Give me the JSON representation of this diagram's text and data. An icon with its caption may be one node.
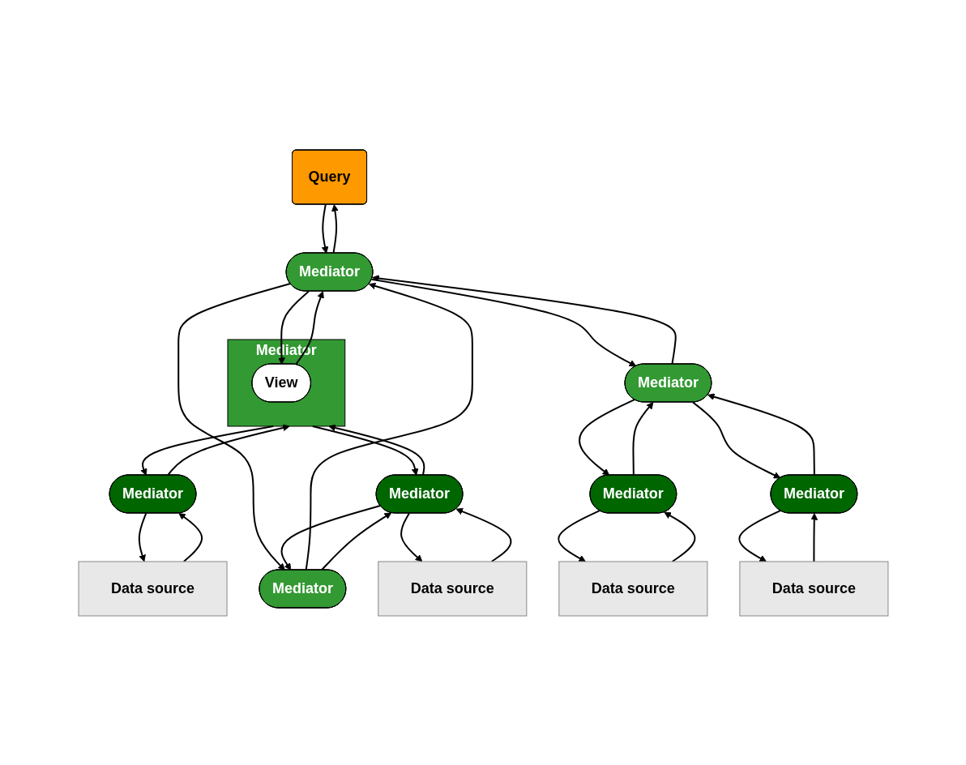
{
  "diagram": {
    "nodes": [
      {
        "text": [
          "Query"
        ]
      },
      {
        "text": [
          "Mediator"
        ]
      },
      {
        "text": [
          "Mediator"
        ]
      },
      {
        "text": [
          "View"
        ],
        "in": 2
      },
      {
        "text": [
          "Mediator"
        ]
      },
      {
        "text": [
          "Mediator"
        ]
      },
      {
        "text": [
          "Mediator"
        ]
      },
      {
        "text": [
          "Mediator"
        ]
      },
      {
        "text": [
          "Mediator"
        ]
      },
      {
        "text": [
          "Mediator"
        ]
      },
      {
        "text": [
          "Data source"
        ]
      },
      {
        "text": [
          "Data source"
        ]
      },
      {
        "text": [
          "Data source"
        ]
      },
      {
        "text": [
          "Data source"
        ]
      }
    ],
    "edges": [
      {
        "from": 1,
        "to": 0,
        "arrow": "to"
      },
      {
        "from": 0,
        "to": 1,
        "arrow": "to"
      },
      {
        "from": 1,
        "to": 3,
        "arrow": "to"
      },
      {
        "from": 3,
        "to": 1,
        "arrow": "to"
      },
      {
        "from": 1,
        "to": 4,
        "arrow": "to"
      },
      {
        "from": 4,
        "to": 1,
        "arrow": "to"
      },
      {
        "from": 1,
        "to": 5,
        "arrow": "to"
      },
      {
        "from": 5,
        "to": 1,
        "arrow": "to"
      },
      {
        "from": 2,
        "to": 6,
        "arrow": "to"
      },
      {
        "from": 6,
        "to": 2,
        "arrow": "to"
      },
      {
        "from": 2,
        "to": 7,
        "arrow": "to"
      },
      {
        "from": 7,
        "to": 2,
        "arrow": "to"
      },
      {
        "from": 4,
        "to": 7,
        "arrow": "to"
      },
      {
        "from": 7,
        "to": 4,
        "arrow": "to"
      },
      {
        "from": 5,
        "to": 8,
        "arrow": "to"
      },
      {
        "from": 8,
        "to": 5,
        "arrow": "to"
      },
      {
        "from": 5,
        "to": 9,
        "arrow": "to"
      },
      {
        "from": 9,
        "to": 5,
        "arrow": "to"
      },
      {
        "from": 6,
        "to": 10,
        "arrow": "to"
      },
      {
        "from": 10,
        "to": 6,
        "arrow": "to"
      },
      {
        "from": 7,
        "to": 11,
        "arrow": "to"
      },
      {
        "from": 11,
        "to": 7,
        "arrow": "to"
      },
      {
        "from": 8,
        "to": 12,
        "arrow": "to"
      },
      {
        "from": 12,
        "to": 8,
        "arrow": "to"
      },
      {
        "from": 9,
        "to": 13,
        "arrow": "to"
      },
      {
        "from": 13,
        "to": 9,
        "arrow": "to"
      }
    ]
  }
}
